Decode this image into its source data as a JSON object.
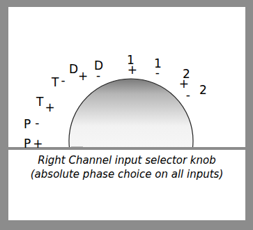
{
  "diagram": {
    "caption": "Right Channel input selector knob (absolute phase choice on all inputs)",
    "labels": [
      "P+",
      "P-",
      "T+",
      "T-",
      "D+",
      "D-",
      "1+",
      "1-",
      "2+",
      "2-"
    ]
  }
}
